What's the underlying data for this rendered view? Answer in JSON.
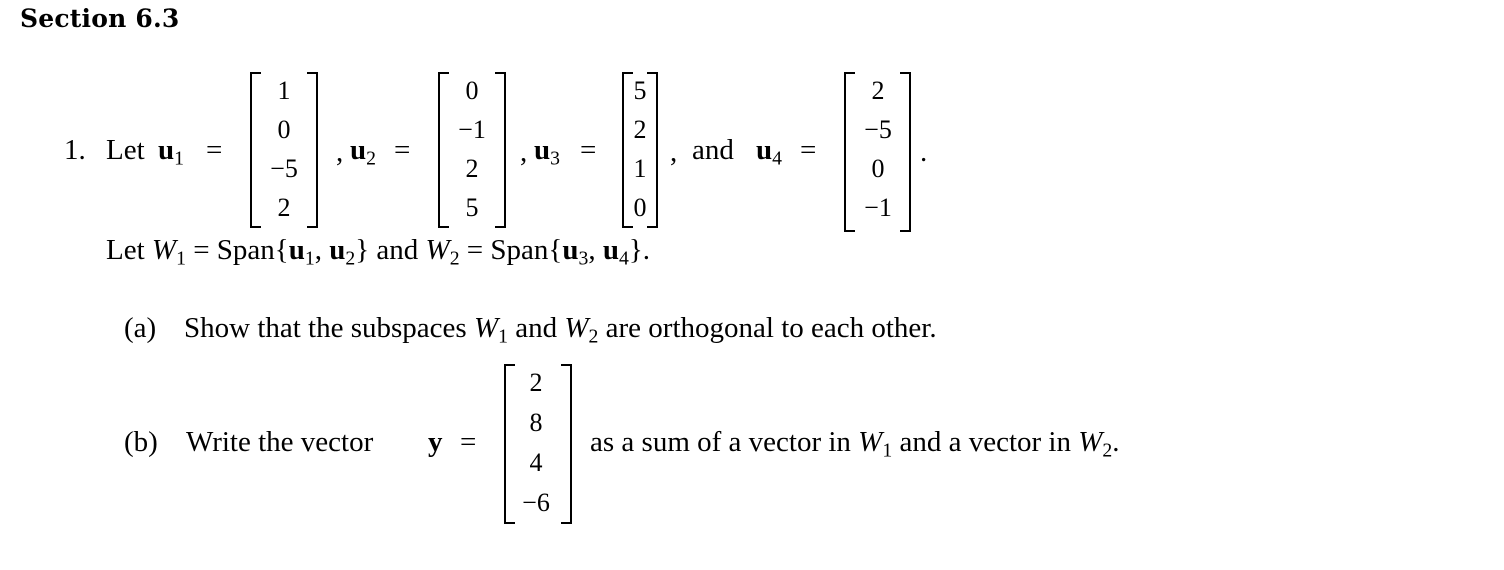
{
  "heading": "Section 6.3",
  "problem": {
    "number": "1.",
    "let_word": "Let",
    "u1_name": "u",
    "u1_sub": "1",
    "u1_entries": [
      "1",
      "0",
      "−5",
      "2"
    ],
    "u2_name": "u",
    "u2_sub": "2",
    "u2_entries": [
      "0",
      "−1",
      "2",
      "5"
    ],
    "u3_name": "u",
    "u3_sub": "3",
    "u3_entries": [
      "5",
      "2",
      "1",
      "0"
    ],
    "and_word": "and",
    "u4_name": "u",
    "u4_sub": "4",
    "u4_entries": [
      "2",
      "−5",
      "0",
      "−1"
    ],
    "equals": "=",
    "comma": ",",
    "period": ".",
    "line2": {
      "let_word": "Let",
      "W": "W",
      "sub1": "1",
      "sub2": "2",
      "span_word": "Span{",
      "close": "}",
      "u": "u",
      "comma_sep": ", ",
      "and_word": " and ",
      "end": "."
    }
  },
  "part_a": {
    "label": "(a)",
    "text_before": "Show that the subspaces ",
    "W": "W",
    "sub1": "1",
    "mid": " and ",
    "sub2": "2",
    "text_after": " are orthogonal to each other."
  },
  "part_b": {
    "label": "(b)",
    "text_before": "Write the vector ",
    "y": "y",
    "equals": "=",
    "y_entries": [
      "2",
      "8",
      "4",
      "−6"
    ],
    "text_after": "as a sum of a vector in ",
    "W": "W",
    "sub1": "1",
    "mid": " and a vector in ",
    "sub2": "2",
    "end": "."
  }
}
